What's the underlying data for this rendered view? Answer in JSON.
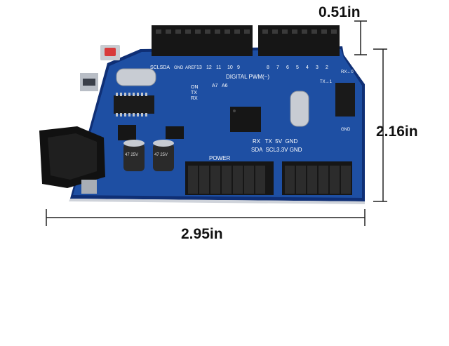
{
  "dimensions": {
    "header_height": "0.51in",
    "board_depth": "2.16in",
    "board_width": "2.95in"
  },
  "board": {
    "silk_scl_sda": "SCLSDA",
    "silk_digital": "DIGITAL PWM(~)",
    "silk_gnd_top": "GND",
    "silk_aref": "AREF",
    "silk_pins_digital": [
      "13",
      "12",
      "11",
      "10",
      "9",
      "8",
      "7",
      "6",
      "5",
      "4",
      "3",
      "2"
    ],
    "silk_tx": "TX→1",
    "silk_rx": "RX←0",
    "silk_led_on": "ON",
    "silk_led_tx": "TX",
    "silk_led_rx": "RX",
    "silk_a7": "A7",
    "silk_a6": "A6",
    "silk_rx_tx_5v_gnd": "RX   TX  5V  GND",
    "silk_sda_scl_33_gnd": "SDA  SCL3.3V GND",
    "silk_power": "POWER",
    "silk_gnd_side": "GND",
    "cap_label_1": "47 25V",
    "cap_label_2": "47 25V"
  },
  "colors": {
    "pcb_blue": "#1e4fa3",
    "header_black": "#1a1a1a",
    "reset_button": "#d83a3a"
  }
}
